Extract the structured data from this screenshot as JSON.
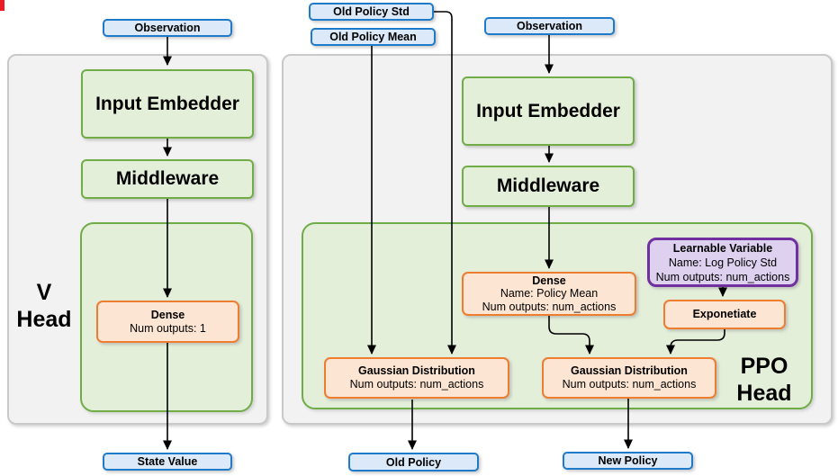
{
  "colors": {
    "blue_fill": "#dbe9f8",
    "blue_border": "#1f7ac9",
    "green_fill": "#e4efda",
    "green_border": "#70ad47",
    "orange_fill": "#fce5d3",
    "orange_border": "#ed7d31",
    "purple_fill": "#ded1ef",
    "purple_border": "#7030a0",
    "panel_fill": "#f2f2f2",
    "panel_border": "#c9c9c9",
    "arrow": "#000000",
    "artifact_red": "#ed1c24"
  },
  "diagram": {
    "io": {
      "observation_left": "Observation",
      "observation_right": "Observation",
      "old_policy_std": "Old Policy Std",
      "old_policy_mean": "Old Policy Mean",
      "state_value": "State Value",
      "old_policy": "Old Policy",
      "new_policy": "New Policy"
    },
    "v_head": {
      "label_line1": "V",
      "label_line2": "Head",
      "input_embedder": "Input Embedder",
      "middleware": "Middleware",
      "dense": {
        "title": "Dense",
        "lines": [
          "Num outputs: 1"
        ]
      }
    },
    "ppo_head": {
      "label_line1": "PPO",
      "label_line2": "Head",
      "input_embedder": "Input Embedder",
      "middleware": "Middleware",
      "dense_policy_mean": {
        "title": "Dense",
        "lines": [
          "Name: Policy Mean",
          "Num outputs: num_actions"
        ]
      },
      "learnable_variable": {
        "title": "Learnable Variable",
        "lines": [
          "Name: Log Policy Std",
          "Num outputs: num_actions"
        ]
      },
      "exponetiate": "Exponetiate",
      "gaussian_distribution_old": {
        "title": "Gaussian Distribution",
        "lines": [
          "Num outputs: num_actions"
        ]
      },
      "gaussian_distribution_new": {
        "title": "Gaussian Distribution",
        "lines": [
          "Num outputs: num_actions"
        ]
      }
    }
  }
}
